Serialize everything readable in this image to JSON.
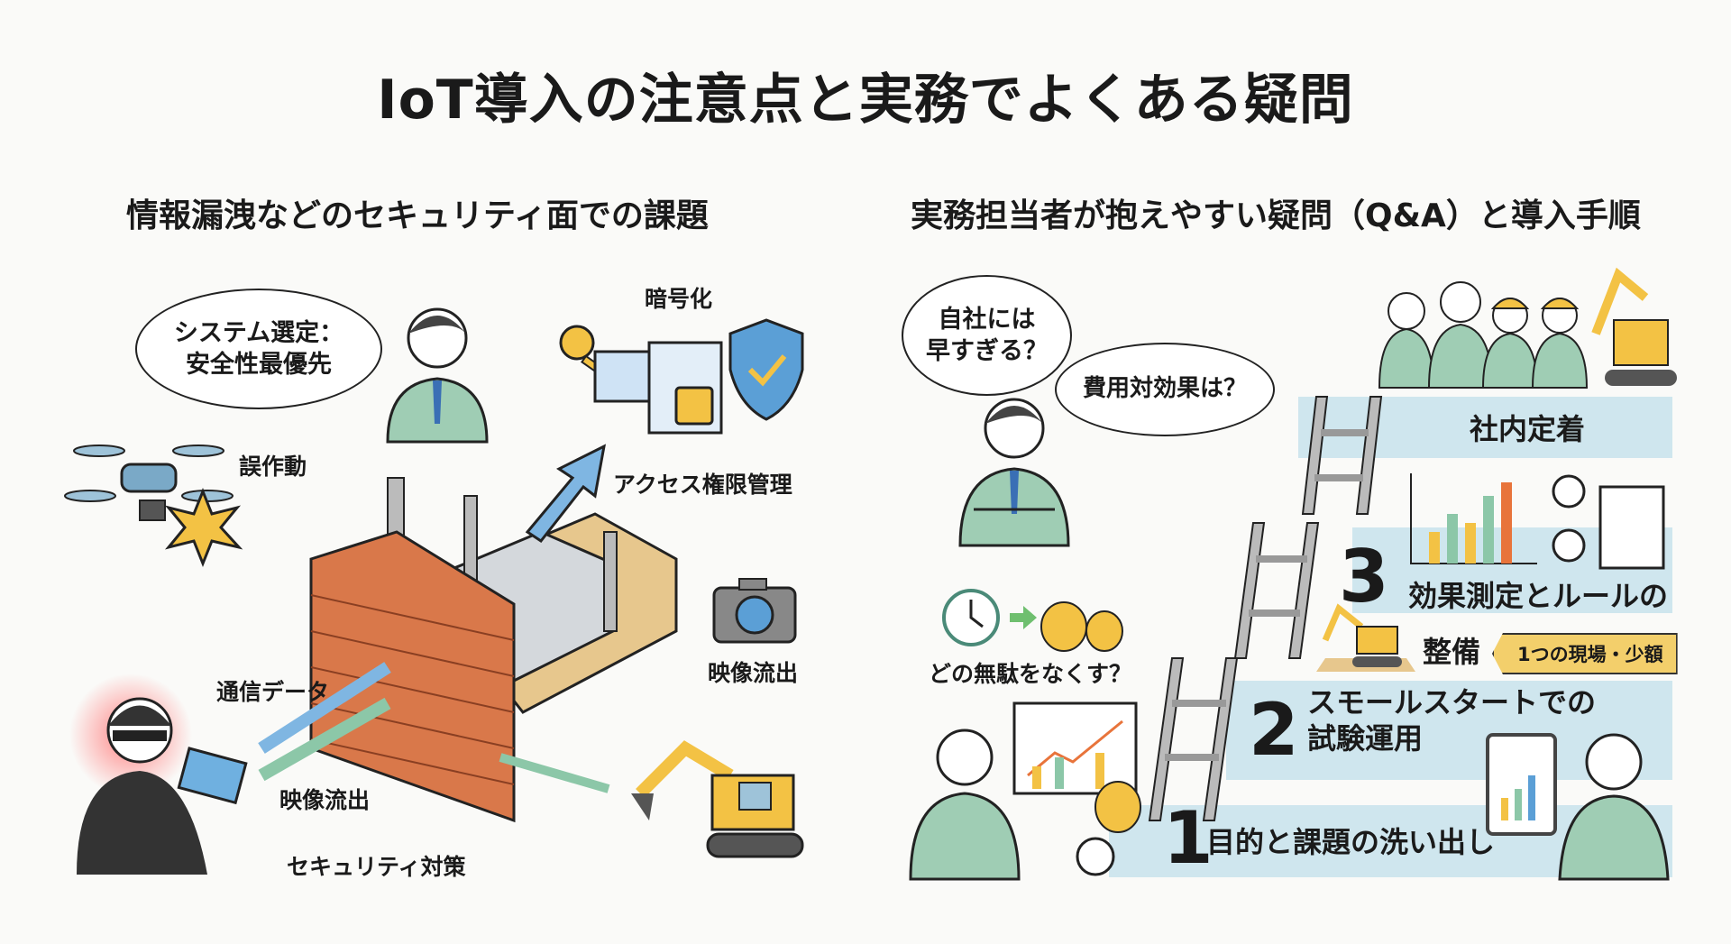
{
  "title": "IoT導入の注意点と実務でよくある疑問",
  "left": {
    "heading": "情報漏洩などのセキュリティ面での課題",
    "bubble": "システム選定：\n安全性最優先",
    "bubble_line1": "システム選定：",
    "bubble_line2": "安全性最優先",
    "labels": {
      "encryption": "暗号化",
      "malfunction": "誤作動",
      "access_control": "アクセス権限管理",
      "video_leak_right": "映像流出",
      "comm_data": "通信データ",
      "video_leak_bottom": "映像流出",
      "security_measures": "セキュリティ対策"
    }
  },
  "right": {
    "heading": "実務担当者が抱えやすい疑問（Q&A）と導入手順",
    "bubble1_line1": "自社には",
    "bubble1_line2": "早すぎる？",
    "bubble2": "費用対効果は？",
    "waste_question": "どの無駄をなくす？",
    "steps": [
      {
        "num": "1",
        "line1": "目的と課題の洗い出し"
      },
      {
        "num": "2",
        "line1": "スモールスタートでの",
        "line2": "試験運用"
      },
      {
        "num": "3",
        "line1": "効果測定とルールの",
        "line2": "整備",
        "tag": "1つの現場・少額"
      },
      {
        "num": "",
        "line1": "社内定着"
      }
    ]
  },
  "colors": {
    "band": "#cfe6ee",
    "suit": "#9fcdb4",
    "yellow": "#f3c244",
    "brick": "#d9784a",
    "blue": "#5b9fd6"
  }
}
